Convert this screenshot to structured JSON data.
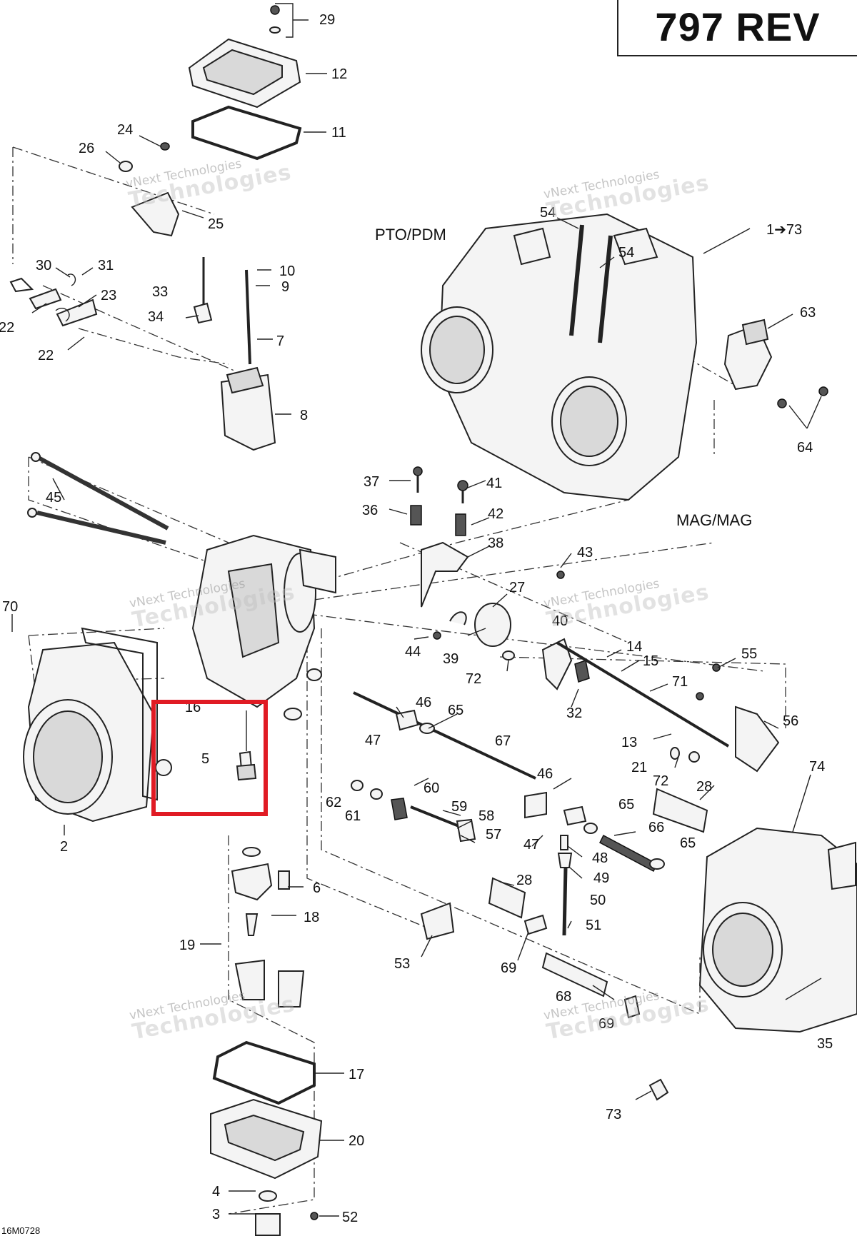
{
  "title": "797 REV",
  "labels": {
    "pto": "PTO/PDM",
    "mag": "MAG/MAG",
    "code": "16M0728"
  },
  "watermark": {
    "line1": "vNext Technologies",
    "line2": "Technologies",
    "line0": "vNext"
  },
  "callouts": [
    {
      "id": "c29",
      "text": "29"
    },
    {
      "id": "c12",
      "text": "12"
    },
    {
      "id": "c11",
      "text": "11"
    },
    {
      "id": "c24",
      "text": "24"
    },
    {
      "id": "c26",
      "text": "26"
    },
    {
      "id": "c25",
      "text": "25"
    },
    {
      "id": "c30",
      "text": "30"
    },
    {
      "id": "c31",
      "text": "31"
    },
    {
      "id": "c23",
      "text": "23"
    },
    {
      "id": "c22a",
      "text": "22"
    },
    {
      "id": "c22b",
      "text": "22"
    },
    {
      "id": "c33",
      "text": "33"
    },
    {
      "id": "c34",
      "text": "34"
    },
    {
      "id": "c10",
      "text": "10"
    },
    {
      "id": "c9",
      "text": "9"
    },
    {
      "id": "c7",
      "text": "7"
    },
    {
      "id": "c8",
      "text": "8"
    },
    {
      "id": "c45",
      "text": "45"
    },
    {
      "id": "c70",
      "text": "70"
    },
    {
      "id": "c16",
      "text": "16"
    },
    {
      "id": "c5",
      "text": "5"
    },
    {
      "id": "c2",
      "text": "2"
    },
    {
      "id": "c6",
      "text": "6"
    },
    {
      "id": "c18",
      "text": "18"
    },
    {
      "id": "c19",
      "text": "19"
    },
    {
      "id": "c17",
      "text": "17"
    },
    {
      "id": "c20",
      "text": "20"
    },
    {
      "id": "c4",
      "text": "4"
    },
    {
      "id": "c3",
      "text": "3"
    },
    {
      "id": "c52",
      "text": "52"
    },
    {
      "id": "c54a",
      "text": "54"
    },
    {
      "id": "c54b",
      "text": "54"
    },
    {
      "id": "c1",
      "text": "1➔73"
    },
    {
      "id": "c63",
      "text": "63"
    },
    {
      "id": "c64",
      "text": "64"
    },
    {
      "id": "c37",
      "text": "37"
    },
    {
      "id": "c41",
      "text": "41"
    },
    {
      "id": "c36",
      "text": "36"
    },
    {
      "id": "c42",
      "text": "42"
    },
    {
      "id": "c38",
      "text": "38"
    },
    {
      "id": "c43",
      "text": "43"
    },
    {
      "id": "c27",
      "text": "27"
    },
    {
      "id": "c40",
      "text": "40"
    },
    {
      "id": "c44",
      "text": "44"
    },
    {
      "id": "c39",
      "text": "39"
    },
    {
      "id": "c72a",
      "text": "72"
    },
    {
      "id": "c14",
      "text": "14"
    },
    {
      "id": "c15",
      "text": "15"
    },
    {
      "id": "c55",
      "text": "55"
    },
    {
      "id": "c71",
      "text": "71"
    },
    {
      "id": "c32",
      "text": "32"
    },
    {
      "id": "c46a",
      "text": "46"
    },
    {
      "id": "c65a",
      "text": "65"
    },
    {
      "id": "c47a",
      "text": "47"
    },
    {
      "id": "c56",
      "text": "56"
    },
    {
      "id": "c13",
      "text": "13"
    },
    {
      "id": "c67",
      "text": "67"
    },
    {
      "id": "c21",
      "text": "21"
    },
    {
      "id": "c72b",
      "text": "72"
    },
    {
      "id": "c74",
      "text": "74"
    },
    {
      "id": "c28a",
      "text": "28"
    },
    {
      "id": "c46b",
      "text": "46"
    },
    {
      "id": "c60",
      "text": "60"
    },
    {
      "id": "c62",
      "text": "62"
    },
    {
      "id": "c61",
      "text": "61"
    },
    {
      "id": "c59",
      "text": "59"
    },
    {
      "id": "c58",
      "text": "58"
    },
    {
      "id": "c57",
      "text": "57"
    },
    {
      "id": "c65b",
      "text": "65"
    },
    {
      "id": "c66",
      "text": "66"
    },
    {
      "id": "c47b",
      "text": "47"
    },
    {
      "id": "c48",
      "text": "48"
    },
    {
      "id": "c65c",
      "text": "65"
    },
    {
      "id": "c49",
      "text": "49"
    },
    {
      "id": "c50",
      "text": "50"
    },
    {
      "id": "c28b",
      "text": "28"
    },
    {
      "id": "c51",
      "text": "51"
    },
    {
      "id": "c53",
      "text": "53"
    },
    {
      "id": "c69a",
      "text": "69"
    },
    {
      "id": "c68",
      "text": "68"
    },
    {
      "id": "c69b",
      "text": "69"
    },
    {
      "id": "c35",
      "text": "35"
    },
    {
      "id": "c73",
      "text": "73"
    }
  ],
  "highlight": {
    "part": "5",
    "color": "#e01b24"
  }
}
